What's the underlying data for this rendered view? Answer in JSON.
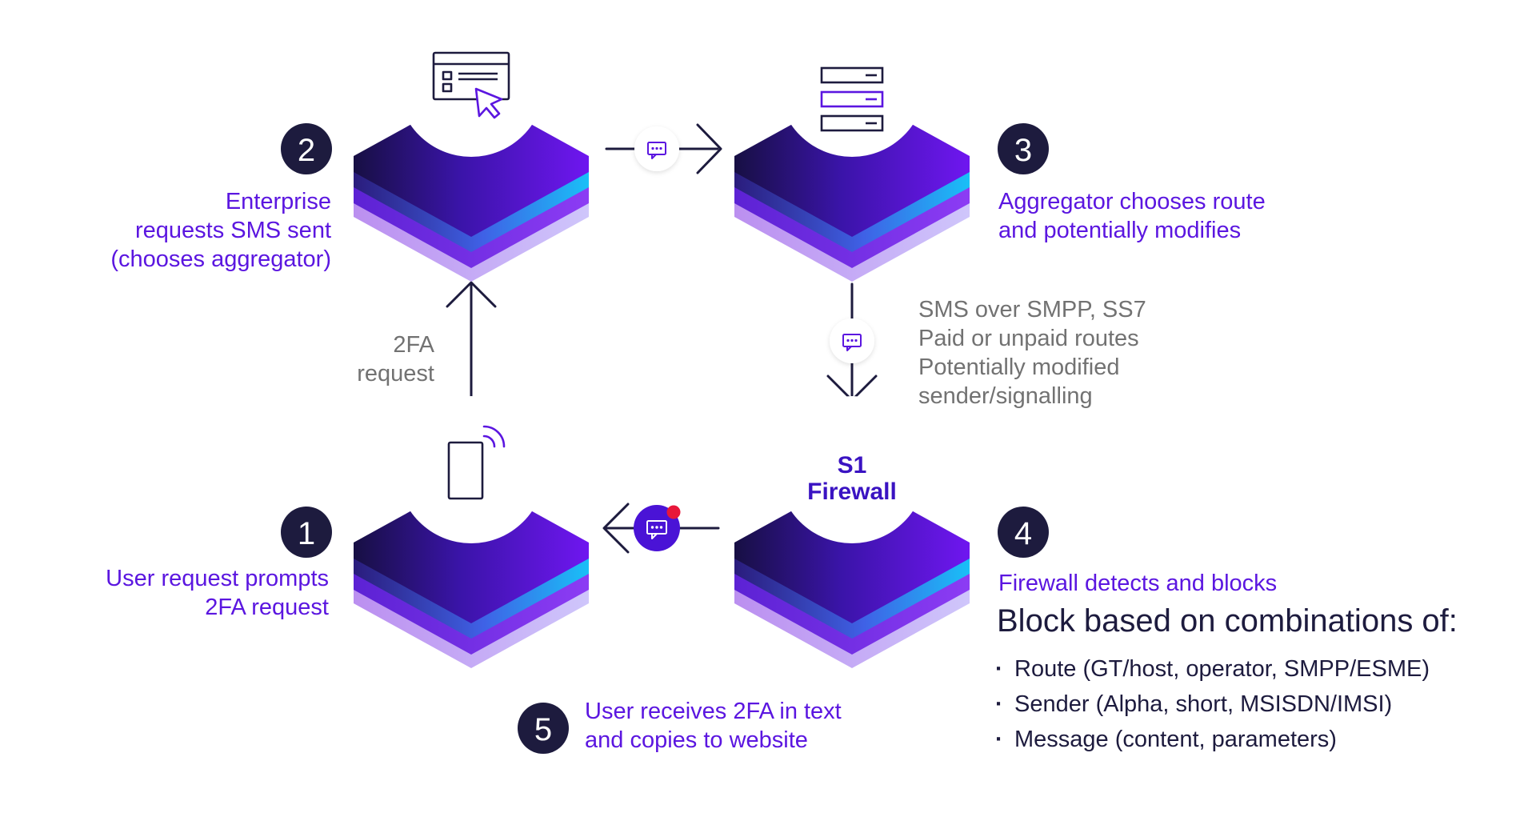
{
  "steps": [
    {
      "number": "1",
      "text": [
        "User request prompts",
        "2FA request"
      ]
    },
    {
      "number": "2",
      "text": [
        "Enterprise",
        "requests SMS sent",
        "(chooses aggregator)"
      ]
    },
    {
      "number": "3",
      "text": [
        "Aggregator chooses route",
        "and potentially modifies"
      ]
    },
    {
      "number": "4",
      "text": [
        "Firewall detects and blocks"
      ]
    },
    {
      "number": "5",
      "text": [
        "User receives 2FA in text",
        "and copies to website"
      ]
    }
  ],
  "firewall_label": [
    "S1",
    "Firewall"
  ],
  "annotations": {
    "request": [
      "2FA",
      "request"
    ],
    "sms_route": [
      "SMS over SMPP, SS7",
      "Paid or unpaid routes",
      "Potentially modified",
      "sender/signalling"
    ]
  },
  "block": {
    "heading": "Block based on combinations of:",
    "items": [
      "Route (GT/host, operator, SMPP/ESME)",
      "Sender (Alpha, short, MSISDN/IMSI)",
      "Message (content, parameters)"
    ]
  },
  "icons": {
    "node_2": "browser-window-cursor-icon",
    "node_3": "server-stack-icon",
    "node_1": "mobile-phone-signal-icon",
    "messages": "chat-bubble-icon"
  },
  "colors": {
    "primary_purple": "#5b16e0",
    "dark_navy": "#1d1b3e",
    "cyan_accent": "#22b6f5",
    "notification_red": "#e8173a",
    "gray_text": "#727272"
  }
}
